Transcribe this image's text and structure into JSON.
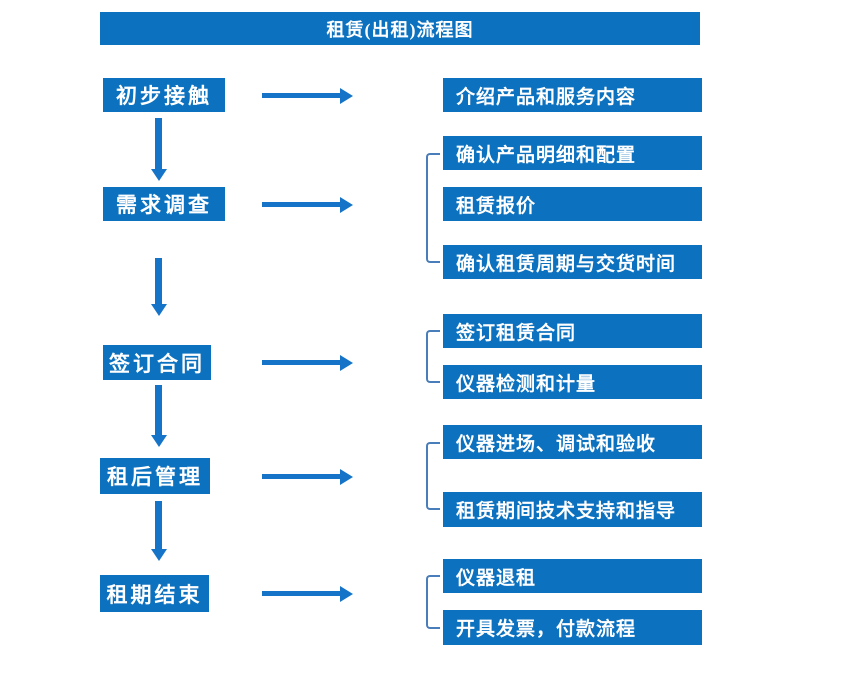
{
  "title": "租赁(出租)流程图",
  "colors": {
    "box": "#0c71bf",
    "arrow": "#1574c7",
    "bracket": "#4a7ebb",
    "text": "#ffffff",
    "background": "#ffffff"
  },
  "flow": {
    "steps": [
      {
        "label": "初步接触",
        "outputs": [
          "介绍产品和服务内容"
        ]
      },
      {
        "label": "需求调查",
        "outputs": [
          "确认产品明细和配置",
          "租赁报价",
          "确认租赁周期与交货时间"
        ]
      },
      {
        "label": "签订合同",
        "outputs": [
          "签订租赁合同",
          "仪器检测和计量"
        ]
      },
      {
        "label": "租后管理",
        "outputs": [
          "仪器进场、调试和验收",
          "租赁期间技术支持和指导"
        ]
      },
      {
        "label": "租期结束",
        "outputs": [
          "仪器退租",
          "开具发票，付款流程"
        ]
      }
    ]
  }
}
